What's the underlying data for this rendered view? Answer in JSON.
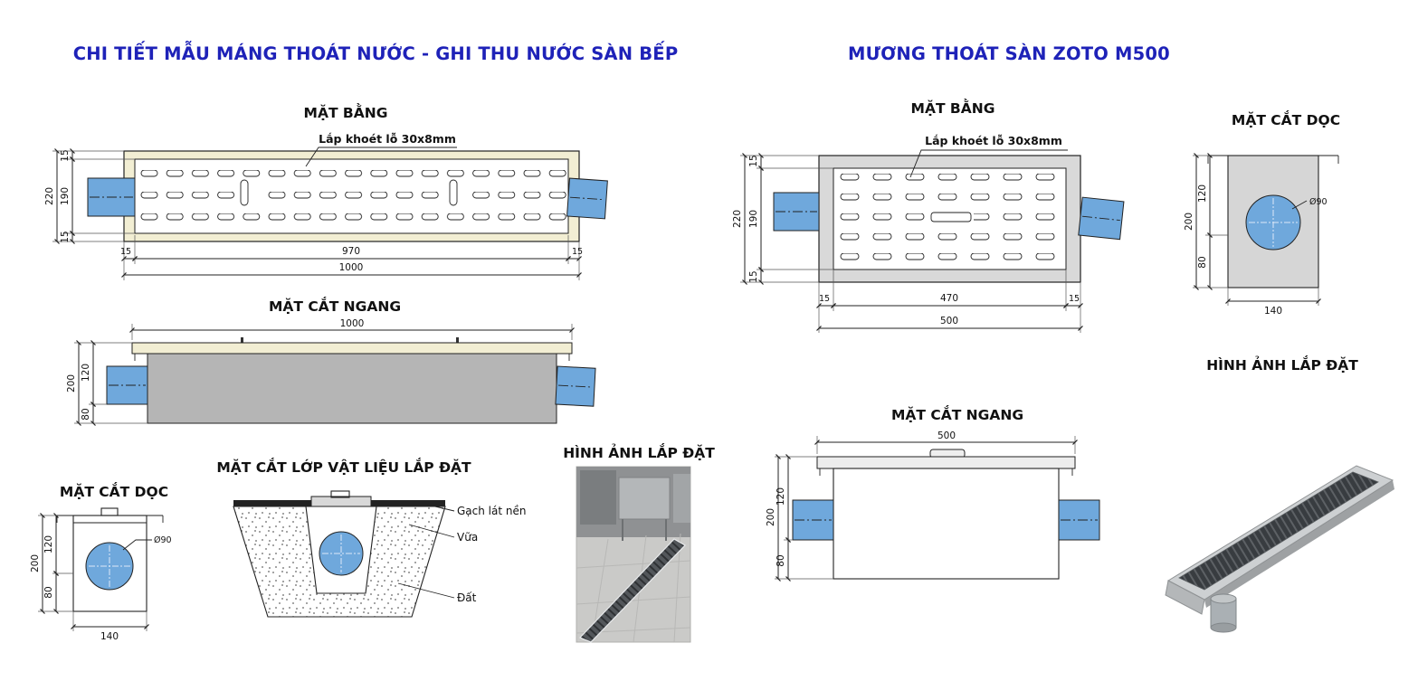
{
  "colors": {
    "title_blue": "#1e22b8",
    "pipe_blue": "#6fa8dc",
    "lid_cream": "#f2eed3",
    "body_gray": "#b5b5b5",
    "frame_gray": "#d9d9d9"
  },
  "left": {
    "title": "CHI TIẾT MẪU MÁNG THOÁT NƯỚC - GHI THU NƯỚC SÀN BẾP",
    "plan_label": "MẶT BẰNG",
    "cross_label": "MẶT CẮT NGANG",
    "long_label": "MẶT CẮT DỌC",
    "material_label": "MẶT CẮT LỚP VẬT LIỆU LẮP ĐẶT",
    "install_label": "HÌNH ẢNH LẮP ĐẶT",
    "hole_note": "Lắp khoét lỗ 30x8mm",
    "material": {
      "tile": "Gạch lát nền",
      "mortar": "Vữa",
      "soil": "Đất"
    },
    "plan_dims": {
      "s15_top": "15",
      "s190": "190",
      "s220": "220",
      "s15_bot": "15",
      "s15_left": "15",
      "s970": "970",
      "s15_right": "15",
      "s1000": "1000"
    },
    "cross_dims": {
      "s1000": "1000",
      "s200": "200",
      "s120": "120",
      "s80": "80"
    },
    "long_dims": {
      "s200": "200",
      "s120": "120",
      "s80": "80",
      "s140": "140",
      "dia": "Ø90"
    }
  },
  "right": {
    "title": "MƯƠNG THOÁT SÀN ZOTO M500",
    "plan_label": "MẶT BẰNG",
    "long_label": "MẶT CẮT DỌC",
    "cross_label": "MẶT CẮT NGANG",
    "install_label": "HÌNH ẢNH LẮP ĐẶT",
    "hole_note": "Lắp khoét lỗ 30x8mm",
    "plan_dims": {
      "s15_top": "15",
      "s190": "190",
      "s220": "220",
      "s15_bot": "15",
      "s15_left": "15",
      "s470": "470",
      "s15_right": "15",
      "s500": "500"
    },
    "long_dims": {
      "s200": "200",
      "s120": "120",
      "s80": "80",
      "s140": "140",
      "dia": "Ø90"
    },
    "cross_dims": {
      "s500": "500",
      "s200": "200",
      "s120": "120",
      "s80": "80"
    }
  }
}
